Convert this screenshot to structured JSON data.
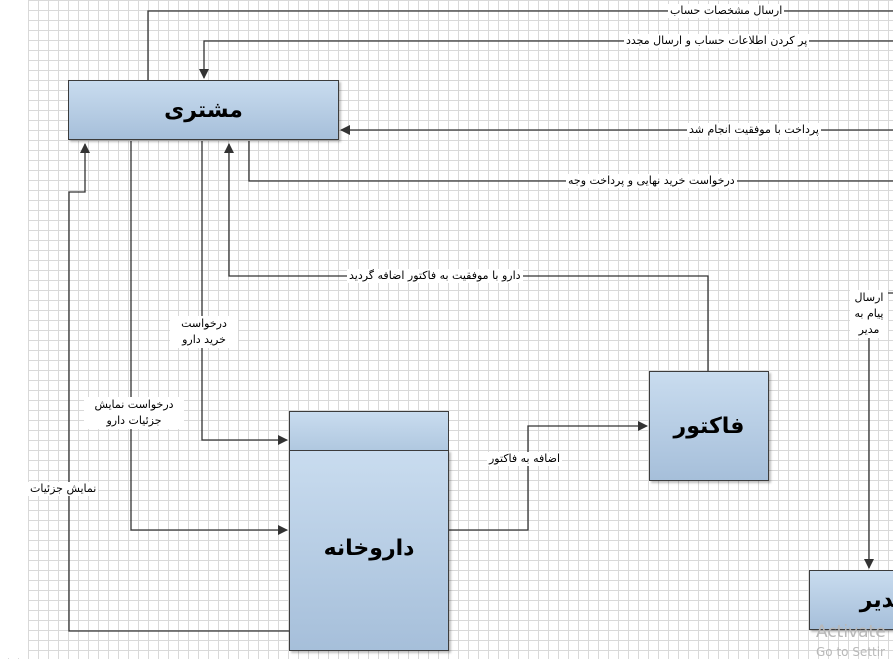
{
  "nodes": {
    "customer": "مشتری",
    "pharmacy": "داروخانه",
    "invoice": "فاکتور",
    "manager": "مدیر"
  },
  "edges": {
    "send_account_info": "ارسال مشخصات حساب",
    "fill_account_resend": "پر کردن اطلاعات حساب و ارسال مجدد",
    "payment_success": "پرداخت با موفقیت انجام شد",
    "final_purchase_request": "درخواست خرید نهایی و پرداخت وجه",
    "drug_added_to_invoice": "دارو با موفقیت به فاکتور اضافه گردید",
    "drug_purchase_request": "درخواست خرید دارو",
    "drug_details_request": "درخواست نمایش جزئیات دارو",
    "show_details": "نمایش جزئیات",
    "add_to_invoice": "اضافه به فاکتور",
    "send_message_to_manager": "ارسال پیام به مدیر"
  },
  "watermark": {
    "line1": "Activate",
    "line2": "Go to Settir"
  }
}
